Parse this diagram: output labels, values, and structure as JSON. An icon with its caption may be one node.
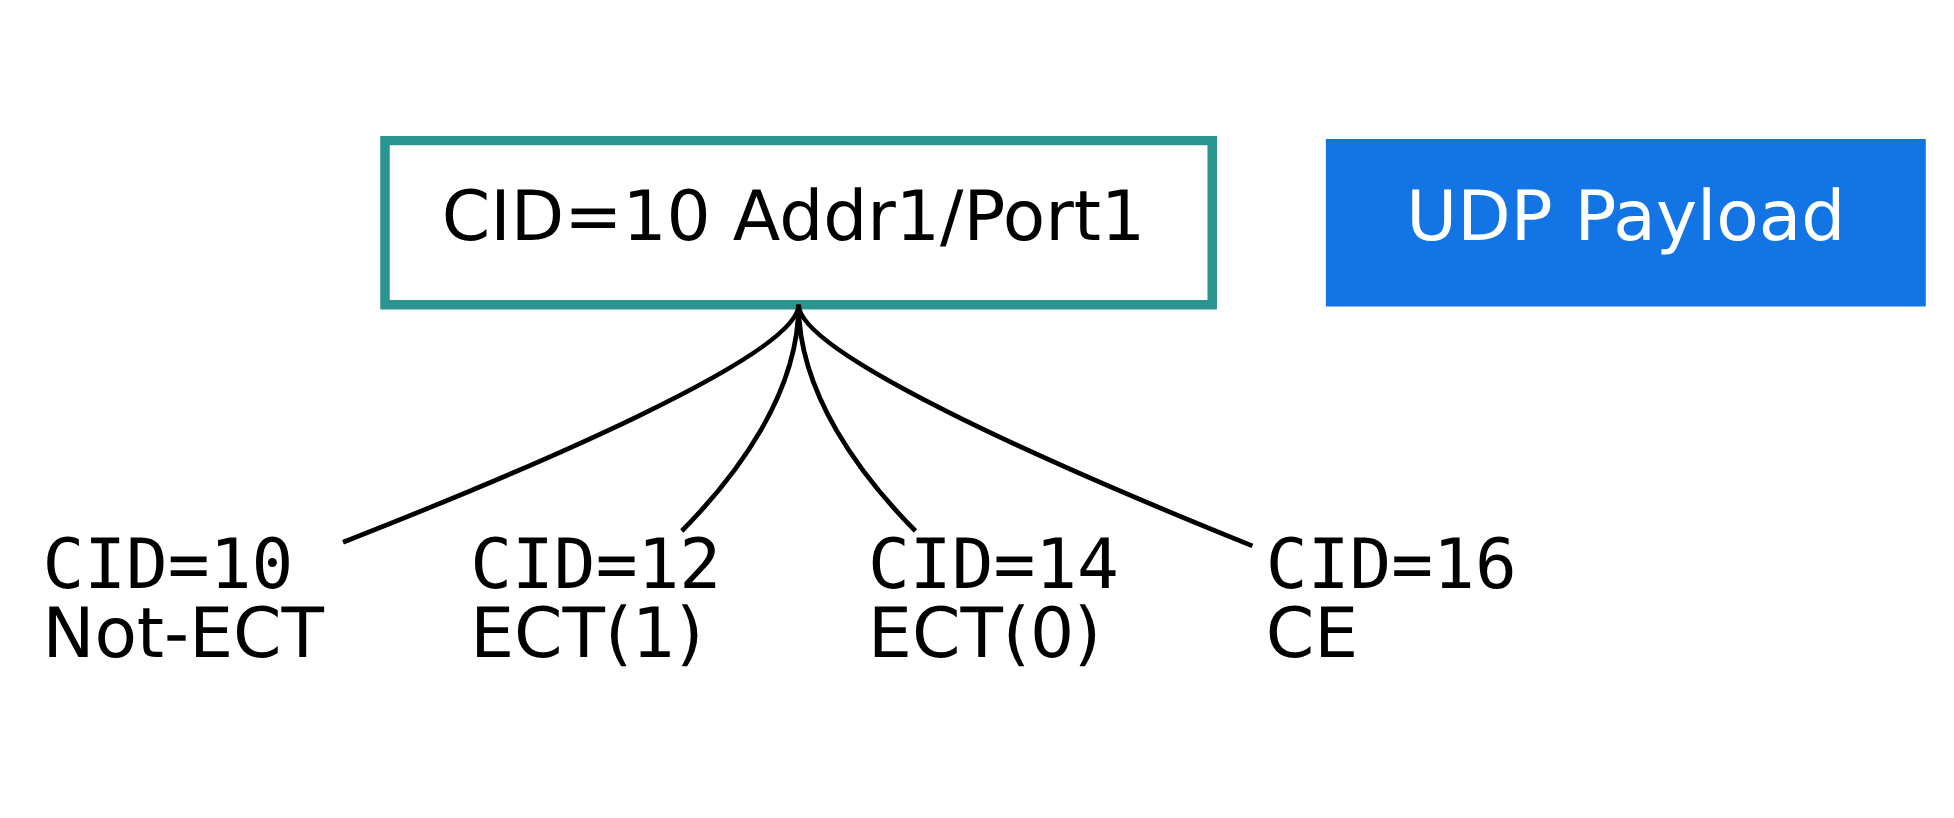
{
  "diagram": {
    "nodes": [
      {
        "text": [
          "CID=10 Addr1/Port1"
        ]
      },
      {
        "text": [
          "UDP Payload"
        ]
      },
      {
        "text": [
          "CID=10",
          "Not-ECT"
        ]
      },
      {
        "text": [
          "CID=12",
          "ECT(1)"
        ]
      },
      {
        "text": [
          "CID=14",
          "ECT(0)"
        ]
      },
      {
        "text": [
          "CID=16",
          "CE"
        ]
      }
    ],
    "edges": [
      {
        "from": 0,
        "to": 2,
        "arrow": "none"
      },
      {
        "from": 0,
        "to": 3,
        "arrow": "none"
      },
      {
        "from": 0,
        "to": 4,
        "arrow": "none"
      },
      {
        "from": 0,
        "to": 5,
        "arrow": "none"
      }
    ]
  }
}
